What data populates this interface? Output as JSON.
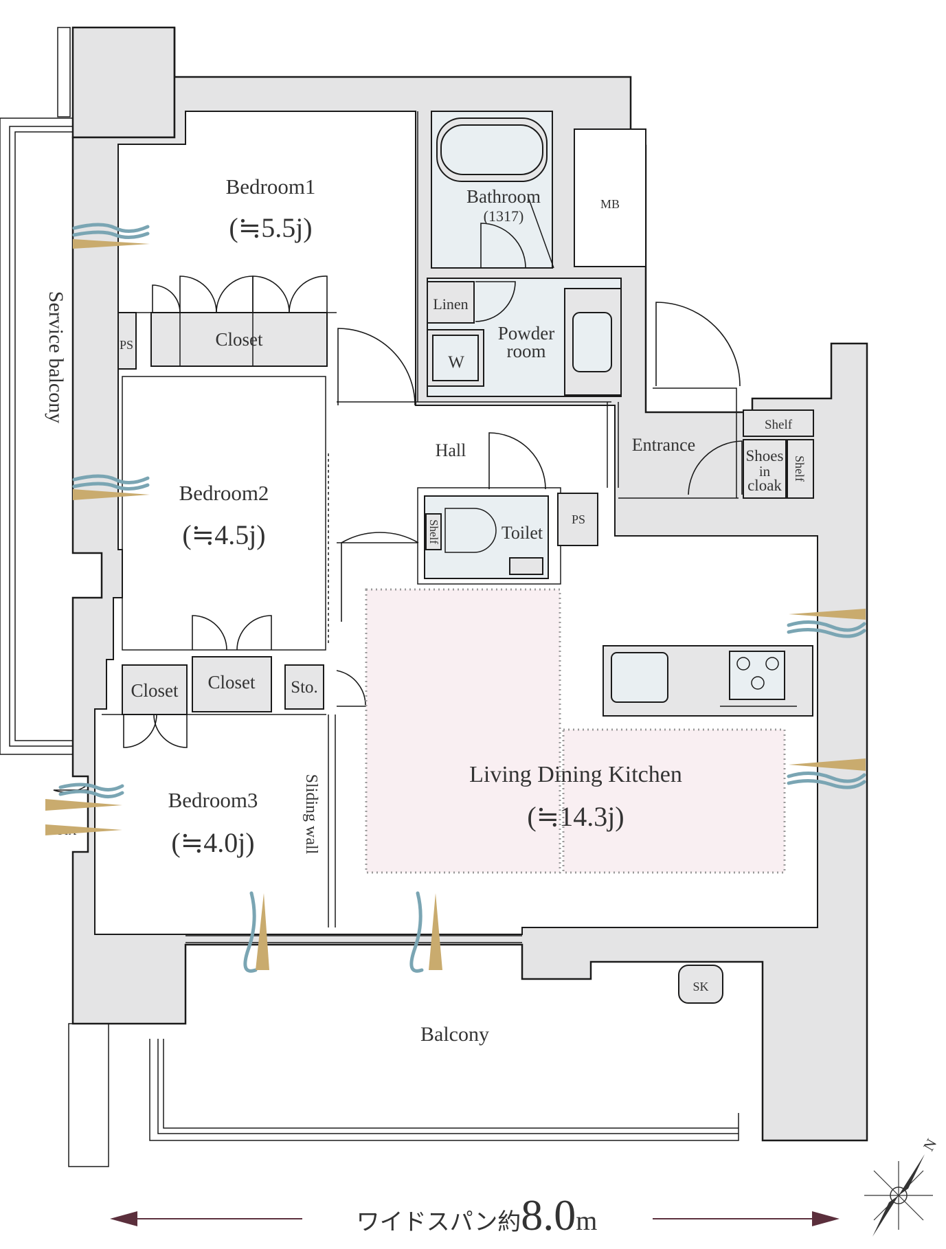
{
  "rooms": {
    "bedroom1": {
      "name": "Bedroom1",
      "size": "(≒5.5j)"
    },
    "bedroom2": {
      "name": "Bedroom2",
      "size": "(≒4.5j)"
    },
    "bedroom3": {
      "name": "Bedroom3",
      "size": "(≒4.0j)"
    },
    "ldk": {
      "name": "Living Dining Kitchen",
      "size": "(≒14.3j)"
    },
    "bathroom": {
      "name": "Bathroom",
      "size": "(1317)"
    },
    "powder_room": {
      "line1": "Powder",
      "line2": "room"
    },
    "hall": "Hall",
    "entrance": "Entrance",
    "toilet": "Toilet",
    "balcony": "Balcony",
    "service_balcony": "Service balcony"
  },
  "fixtures": {
    "closet_b1": "Closet",
    "closet_b2": "Closet",
    "closet_b3": "Closet",
    "storage": "Sto.",
    "linen": "Linen",
    "washer": "W",
    "mb": "MB",
    "ps_top": "PS",
    "ps_mid": "PS",
    "shelf_top": "Shelf",
    "shelf_side": "Shelf",
    "shelf_toilet": "Shelf",
    "shoes_cloak": [
      "Shoes",
      "in",
      "cloak"
    ],
    "sk": "SK",
    "fix": "FIX",
    "sliding_wall": "Sliding wall"
  },
  "span": {
    "label": "ワイドスパン約",
    "value": "8.0",
    "unit": "m"
  },
  "compass": {
    "north": "N"
  },
  "colors": {
    "wall": "#e4e4e5",
    "wet_area": "#e9eff2",
    "ldk_zone": "#f9eff2",
    "breeze_blue": "#7aa5b3",
    "light_gold": "#c9ab6e",
    "arrow": "#5b2f3c"
  }
}
